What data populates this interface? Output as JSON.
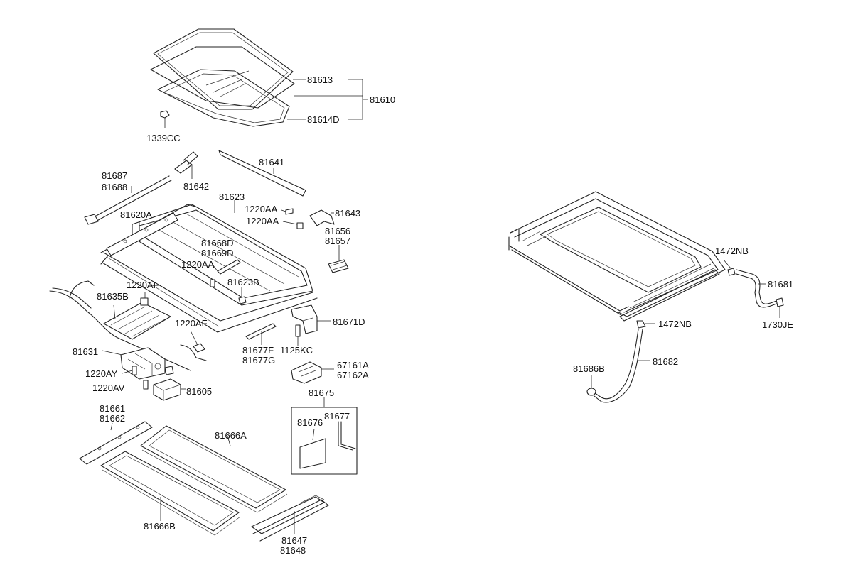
{
  "labels": {
    "p81613": "81613",
    "p81610": "81610",
    "p81614D": "81614D",
    "p1339CC": "1339CC",
    "p81641": "81641",
    "p81687": "81687",
    "p81688": "81688",
    "p81642": "81642",
    "p81623": "81623",
    "p1220AA_a": "1220AA",
    "p81643": "81643",
    "p1220AA_b": "1220AA",
    "p81620A": "81620A",
    "p81656": "81656",
    "p81657": "81657",
    "p81668D": "81668D",
    "p81669D": "81669D",
    "p1220AA_c": "1220AA",
    "p1220AF_a": "1220AF",
    "p81623B": "81623B",
    "p81635B": "81635B",
    "p1220AF_b": "1220AF",
    "p81671D": "81671D",
    "p81631": "81631",
    "p81677F": "81677F",
    "p1125KC": "1125KC",
    "p81677G": "81677G",
    "p1220AY": "1220AY",
    "p67161A": "67161A",
    "p67162A": "67162A",
    "p1220AV": "1220AV",
    "p81605": "81605",
    "p81675": "81675",
    "p81676": "81676",
    "p81677": "81677",
    "p81661": "81661",
    "p81662": "81662",
    "p81666A": "81666A",
    "p81666B": "81666B",
    "p81647": "81647",
    "p81648": "81648",
    "p1472NB_a": "1472NB",
    "p81681": "81681",
    "p1472NB_b": "1472NB",
    "p1730JE": "1730JE",
    "p81686B": "81686B",
    "p81682": "81682"
  }
}
